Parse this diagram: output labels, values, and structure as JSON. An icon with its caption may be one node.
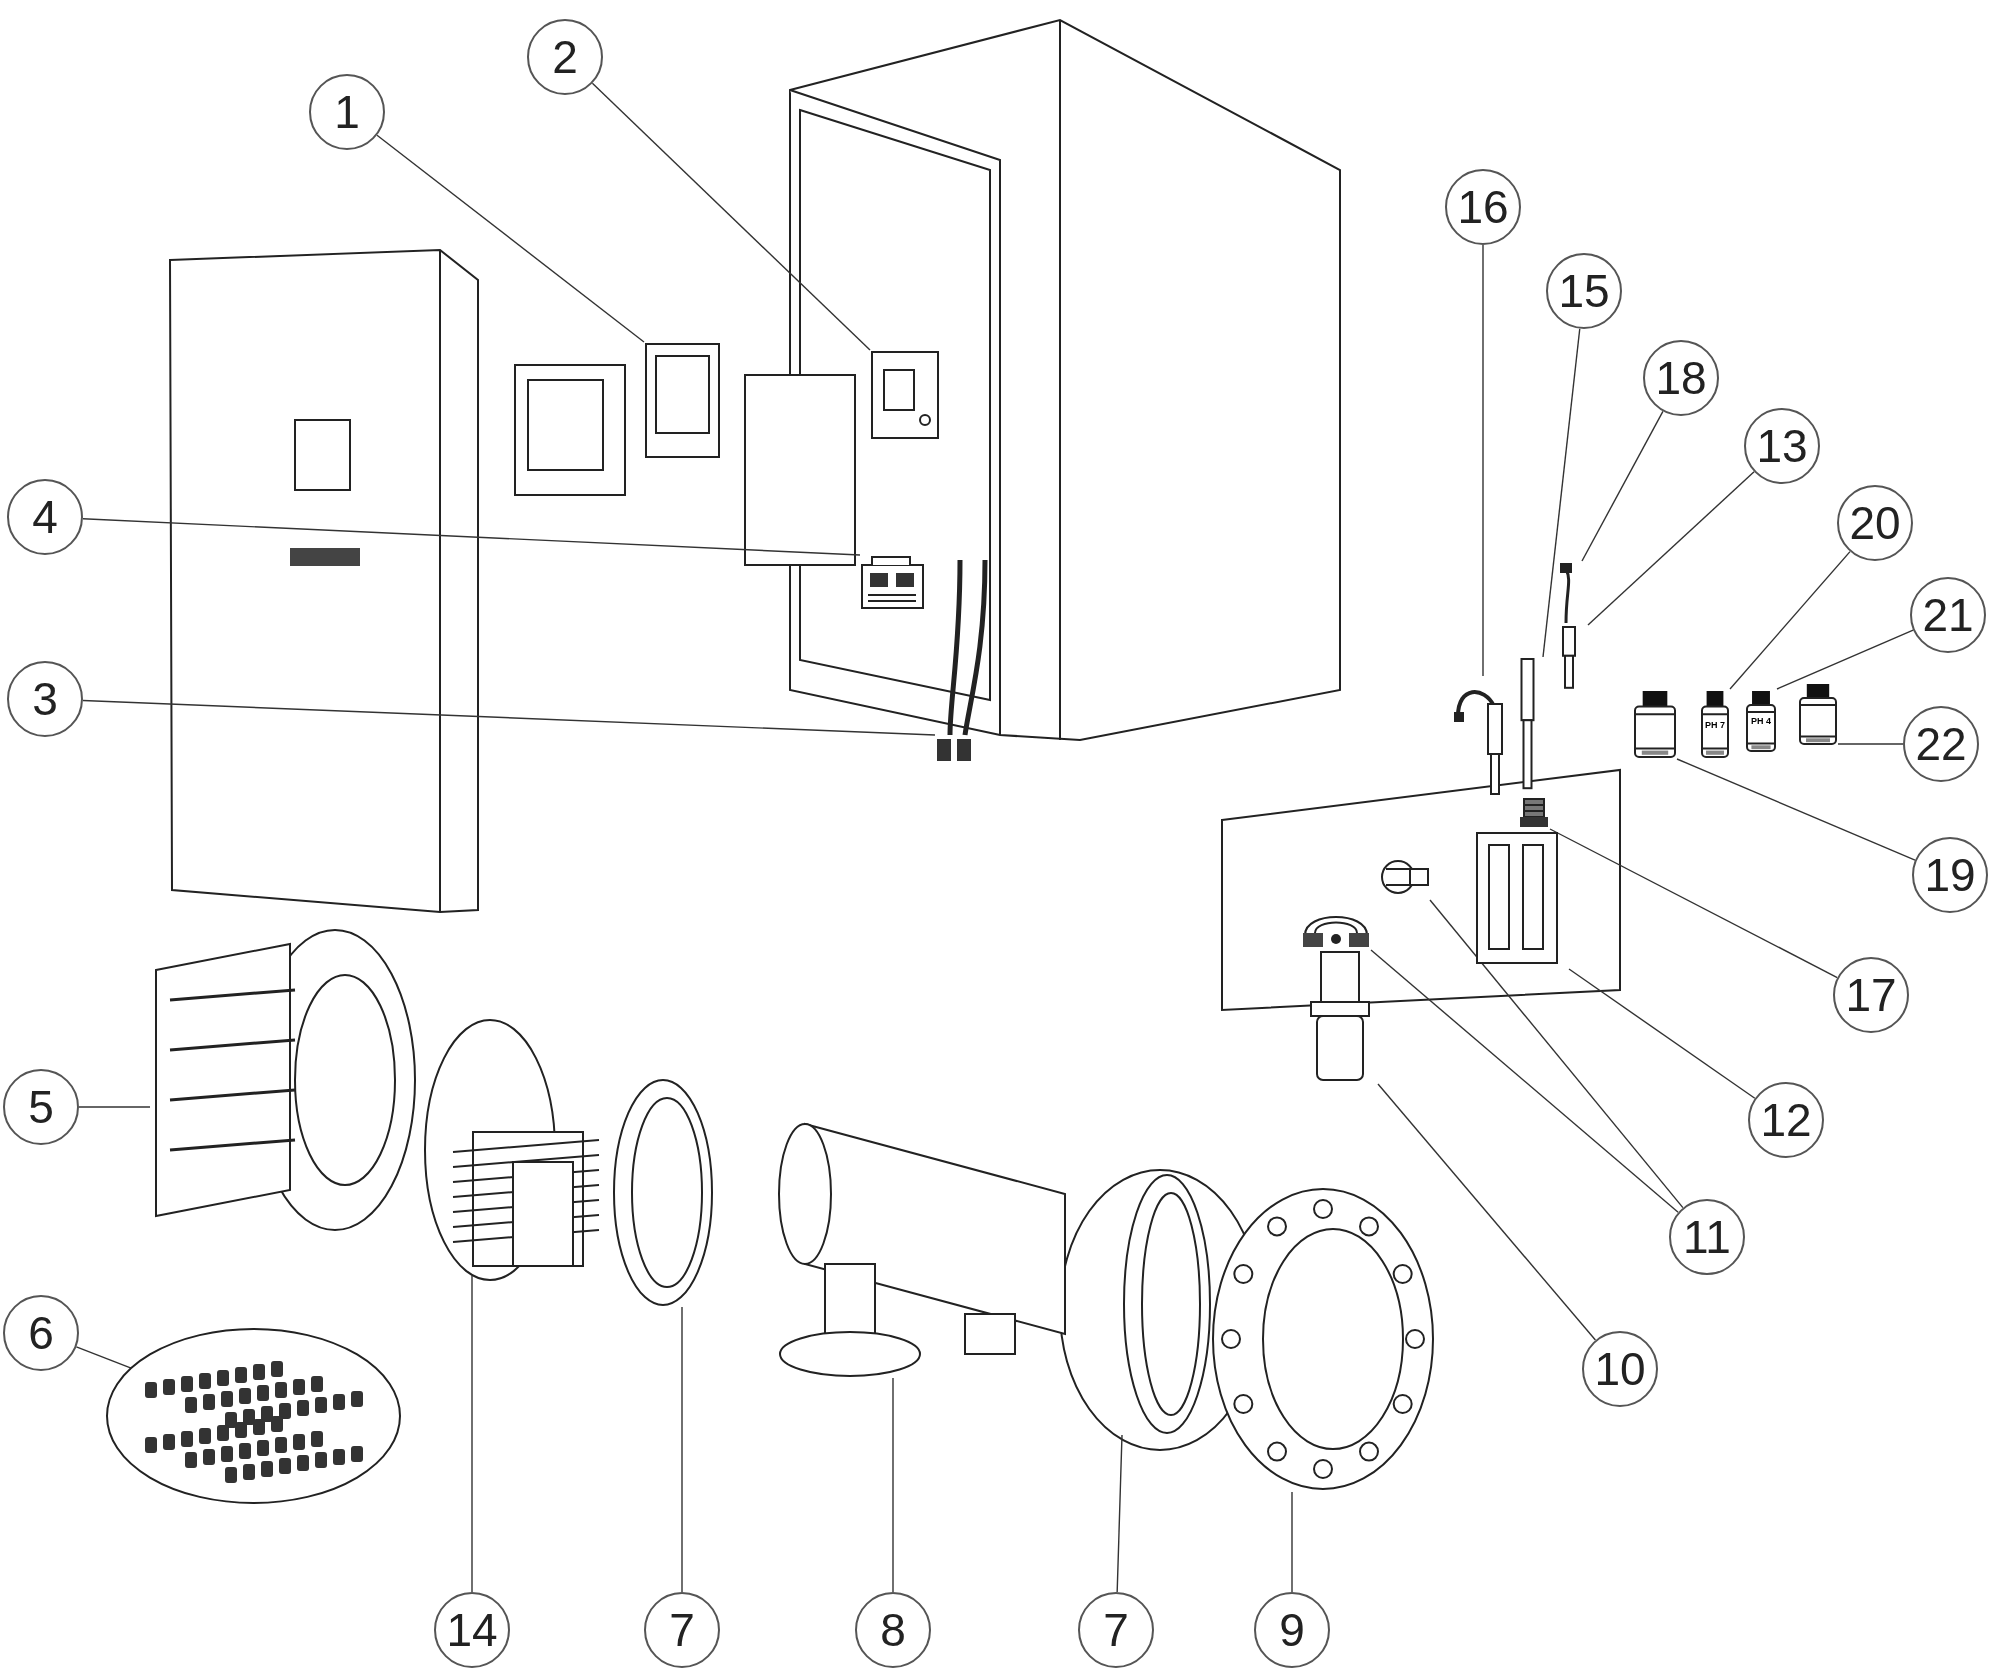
{
  "diagram": {
    "nodes": [
      {
        "text": [
          "2"
        ]
      },
      {
        "text": [
          "1"
        ]
      },
      {
        "text": [
          "16"
        ]
      },
      {
        "text": [
          "15"
        ]
      },
      {
        "text": [
          "18"
        ]
      },
      {
        "text": [
          "13"
        ]
      },
      {
        "text": [
          "4"
        ]
      },
      {
        "text": [
          "20"
        ]
      },
      {
        "text": [
          "21"
        ]
      },
      {
        "text": [
          "3"
        ]
      },
      {
        "text": [
          "22"
        ]
      },
      {
        "text": [
          "19"
        ]
      },
      {
        "text": [
          "17"
        ]
      },
      {
        "text": [
          "5"
        ]
      },
      {
        "text": [
          "12"
        ]
      },
      {
        "text": [
          "11"
        ]
      },
      {
        "text": [
          "6"
        ]
      },
      {
        "text": [
          "10"
        ]
      },
      {
        "text": [
          "14"
        ]
      },
      {
        "text": [
          "7"
        ]
      },
      {
        "text": [
          "8"
        ]
      },
      {
        "text": [
          "7"
        ]
      },
      {
        "text": [
          "9"
        ]
      },
      {
        "text": [],
        "shape": "picture"
      },
      {
        "text": [],
        "shape": "picture"
      },
      {
        "text": [],
        "shape": "picture"
      },
      {
        "text": [],
        "shape": "picture"
      },
      {
        "text": [],
        "shape": "picture"
      },
      {
        "text": [],
        "shape": "picture"
      },
      {
        "text": [],
        "shape": "picture"
      },
      {
        "text": [],
        "shape": "picture"
      },
      {
        "text": [],
        "shape": "picture"
      },
      {
        "text": [],
        "shape": "picture"
      },
      {
        "text": [],
        "shape": "picture"
      },
      {
        "text": [],
        "shape": "picture"
      },
      {
        "text": [],
        "shape": "picture"
      },
      {
        "text": [],
        "shape": "picture"
      },
      {
        "text": [],
        "shape": "picture"
      },
      {
        "text": [],
        "shape": "picture"
      },
      {
        "text": [],
        "shape": "picture"
      },
      {
        "text": [],
        "shape": "picture"
      },
      {
        "text": [],
        "shape": "picture"
      },
      {
        "text": [],
        "shape": "picture"
      },
      {
        "text": [],
        "shape": "picture"
      },
      {
        "text": [],
        "shape": "picture"
      },
      {
        "text": [],
        "shape": "picture"
      },
      {
        "text": [],
        "shape": "picture"
      }
    ],
    "edges": [
      {
        "from": 0,
        "to": 24,
        "arrow": "none"
      },
      {
        "from": 1,
        "to": 23,
        "arrow": "none"
      },
      {
        "from": 2,
        "to": 27,
        "arrow": "none"
      },
      {
        "from": 3,
        "to": 28,
        "arrow": "none"
      },
      {
        "from": 4,
        "to": 29,
        "arrow": "none"
      },
      {
        "from": 5,
        "to": 30,
        "arrow": "none"
      },
      {
        "from": 6,
        "to": 25,
        "arrow": "none"
      },
      {
        "from": 7,
        "to": 32,
        "arrow": "none"
      },
      {
        "from": 8,
        "to": 33,
        "arrow": "none"
      },
      {
        "from": 9,
        "to": 26,
        "arrow": "none"
      },
      {
        "from": 10,
        "to": 34,
        "arrow": "none"
      },
      {
        "from": 11,
        "to": 31,
        "arrow": "none"
      },
      {
        "from": 12,
        "to": 35,
        "arrow": "none"
      },
      {
        "from": 13,
        "to": 40,
        "arrow": "none"
      },
      {
        "from": 14,
        "to": 36,
        "arrow": "none"
      },
      {
        "from": 15,
        "to": 37,
        "arrow": "none"
      },
      {
        "from": 15,
        "to": 38,
        "arrow": "none"
      },
      {
        "from": 16,
        "to": 41,
        "arrow": "none"
      },
      {
        "from": 17,
        "to": 39,
        "arrow": "none"
      },
      {
        "from": 18,
        "to": 42,
        "arrow": "none"
      },
      {
        "from": 19,
        "to": 43,
        "arrow": "none"
      },
      {
        "from": 20,
        "to": 44,
        "arrow": "none"
      },
      {
        "from": 21,
        "to": 45,
        "arrow": "none"
      },
      {
        "from": 22,
        "to": 46,
        "arrow": "none"
      }
    ],
    "labels": [
      "PH 7",
      "PH 4"
    ]
  }
}
